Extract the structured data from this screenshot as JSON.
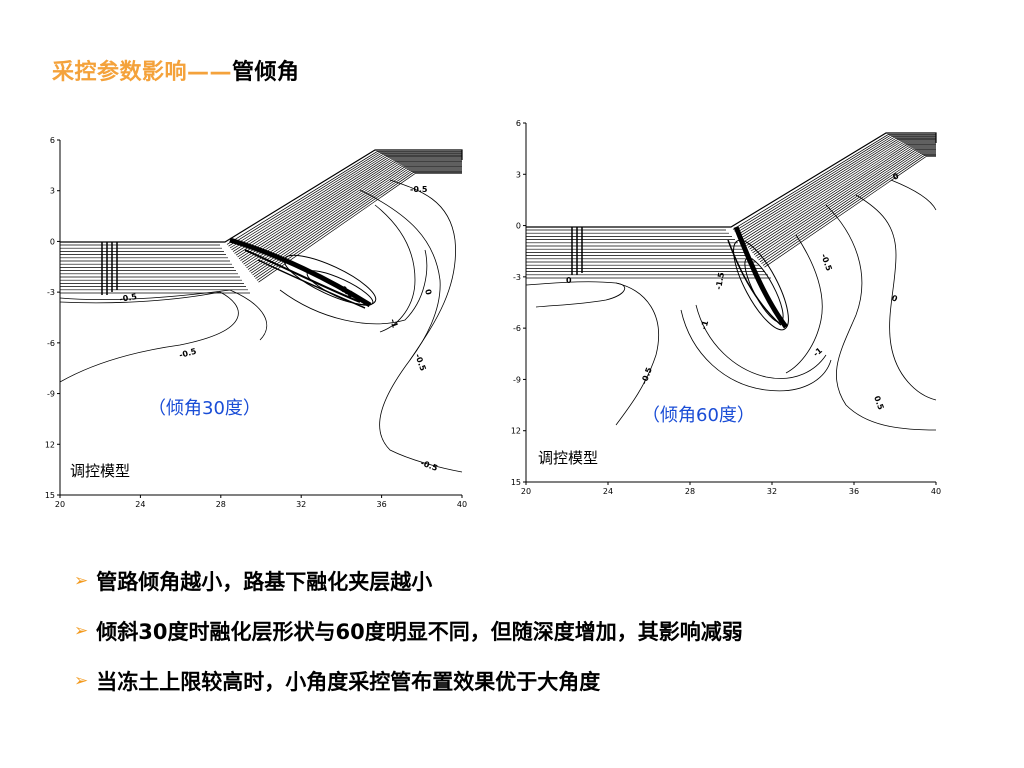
{
  "title": {
    "part1": "采控参数影响——",
    "part2": "管倾角"
  },
  "panels": [
    {
      "caption_open": "（倾角",
      "caption_num": "30",
      "caption_close": "度）",
      "model_label": "调控模型",
      "x_ticks": [
        "20",
        "24",
        "28",
        "32",
        "36",
        "40"
      ],
      "y_ticks": [
        "6",
        "3",
        "0",
        "-3",
        "-6",
        "-9",
        "12",
        "15"
      ],
      "contour_labels": [
        "-0.5",
        "-0.5",
        "-1",
        "-0.5",
        "0",
        "-0.5",
        "-0.5",
        "0.5"
      ]
    },
    {
      "caption_open": "（倾角",
      "caption_num": "60",
      "caption_close": "度）",
      "model_label": "调控模型",
      "x_ticks": [
        "20",
        "24",
        "28",
        "32",
        "36",
        "40"
      ],
      "y_ticks": [
        "6",
        "3",
        "0",
        "-3",
        "-6",
        "-9",
        "12",
        "15"
      ],
      "contour_labels": [
        "0",
        "-0.5",
        "-1",
        "-1.5",
        "0",
        "-0.5",
        "0.5",
        "-1",
        "0"
      ]
    }
  ],
  "bullets": [
    "管路倾角越小，路基下融化夹层越小",
    "倾斜30度时融化层形状与60度明显不同，但随深度增加，其影响减弱",
    "当冻土上限较高时，小角度采控管布置效果优于大角度"
  ],
  "colors": {
    "title_accent": "#f4a23b",
    "caption": "#1a4dd6",
    "bullet_arrow": "#f39a1e"
  }
}
